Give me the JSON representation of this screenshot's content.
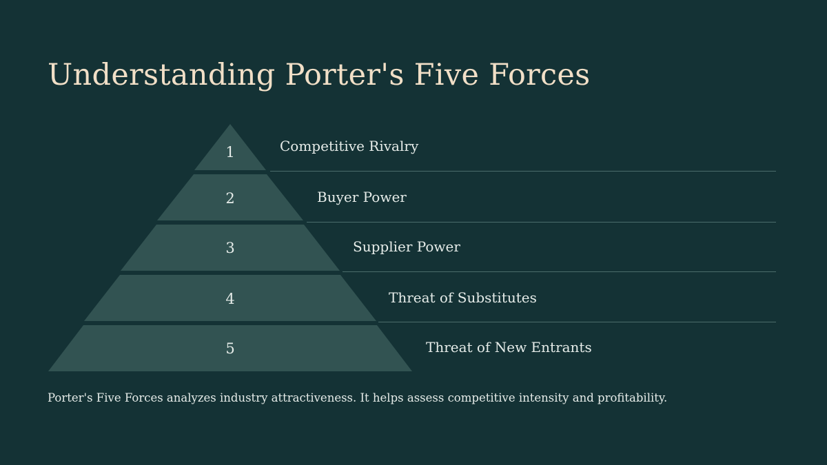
{
  "slide": {
    "title": "Understanding Porter's Five Forces",
    "description": "Porter's Five Forces analyzes industry attractiveness. It helps assess competitive intensity and profitability."
  },
  "colors": {
    "background": "#143235",
    "pyramid_fill": "#325352",
    "title_text": "#f1dfc7",
    "body_text": "#e6ece9",
    "divider": "#4c6d6c"
  },
  "pyramid": {
    "levels": [
      {
        "number": "1",
        "label": "Competitive Rivalry"
      },
      {
        "number": "2",
        "label": "Buyer Power"
      },
      {
        "number": "3",
        "label": "Supplier Power"
      },
      {
        "number": "4",
        "label": "Threat of Substitutes"
      },
      {
        "number": "5",
        "label": "Threat of New Entrants"
      }
    ]
  }
}
